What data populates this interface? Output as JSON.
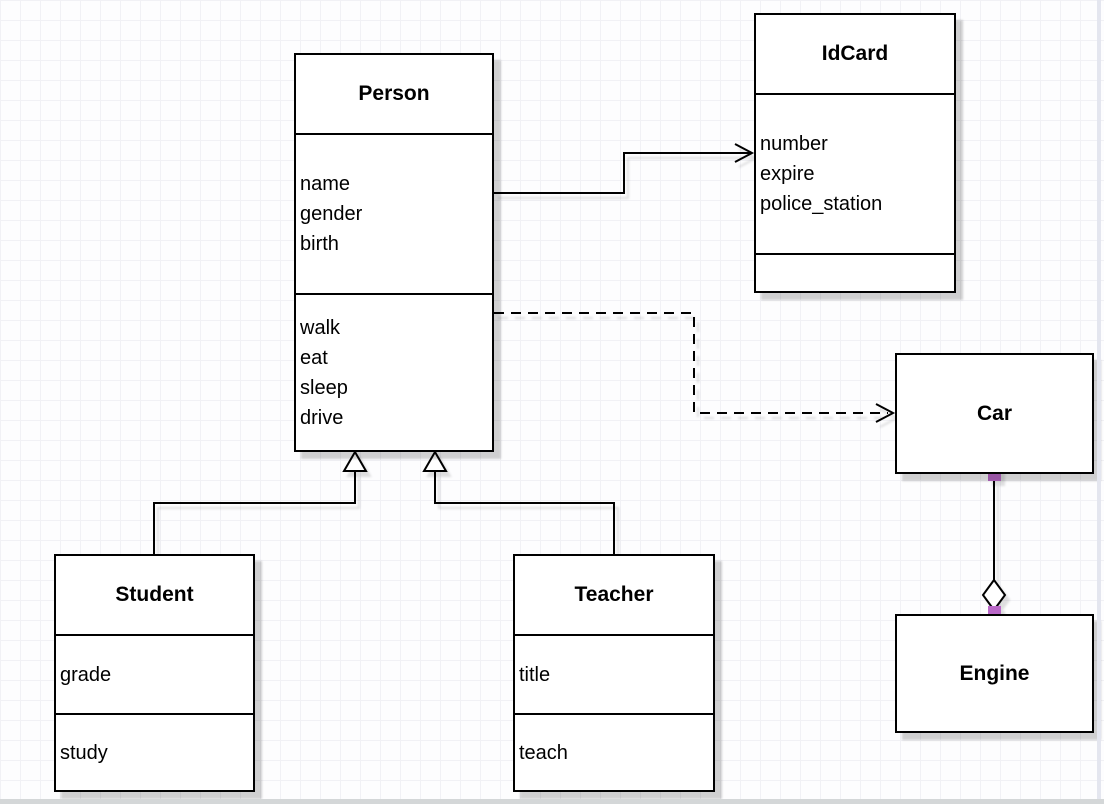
{
  "diagram": {
    "classes": {
      "person": {
        "title": "Person",
        "attributes": [
          "name",
          "gender",
          "birth"
        ],
        "methods": [
          "walk",
          "eat",
          "sleep",
          "drive"
        ]
      },
      "idcard": {
        "title": "IdCard",
        "attributes": [
          "number",
          "expire",
          "police_station"
        ],
        "methods": []
      },
      "car": {
        "title": "Car"
      },
      "engine": {
        "title": "Engine"
      },
      "student": {
        "title": "Student",
        "attributes": [
          "grade"
        ],
        "methods": [
          "study"
        ]
      },
      "teacher": {
        "title": "Teacher",
        "attributes": [
          "title"
        ],
        "methods": [
          "teach"
        ]
      }
    },
    "relationships": [
      {
        "from": "Person",
        "to": "IdCard",
        "type": "association",
        "line": "solid",
        "arrow": "open"
      },
      {
        "from": "Person",
        "to": "Car",
        "type": "dependency",
        "line": "dashed",
        "arrow": "open"
      },
      {
        "from": "Student",
        "to": "Person",
        "type": "generalization",
        "line": "solid",
        "arrow": "hollow-triangle"
      },
      {
        "from": "Teacher",
        "to": "Person",
        "type": "generalization",
        "line": "solid",
        "arrow": "hollow-triangle"
      },
      {
        "from": "Car",
        "to": "Engine",
        "type": "aggregation",
        "line": "solid",
        "arrow": "hollow-diamond"
      }
    ],
    "colors": {
      "stroke": "#000000",
      "box_fill": "#ffffff",
      "endpoint_handle": "#ba68c8",
      "shadow": "#c9c9c9",
      "grid_line": "#f1f1f5",
      "canvas_bg": "#fdfdfe",
      "bottom_edge_strip": "#d4d7d8",
      "right_edge_strip": "#e4e6ef"
    }
  }
}
